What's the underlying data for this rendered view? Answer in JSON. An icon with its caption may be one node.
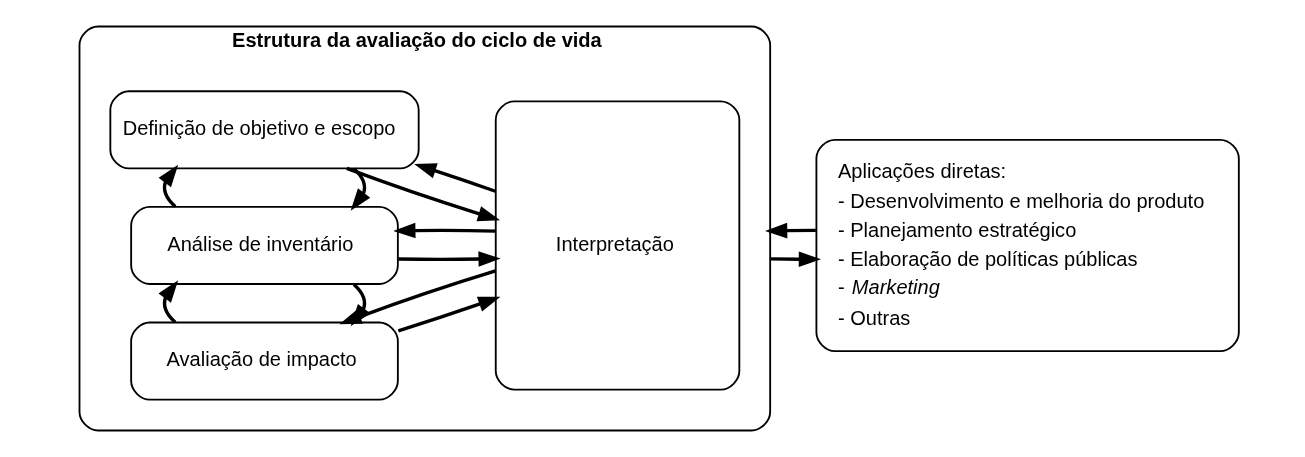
{
  "diagram": {
    "nodes": [
      {
        "text": [
          "Estrutura da avaliação do ciclo de vida"
        ]
      },
      {
        "text": [
          "Definição de objetivo e escopo"
        ],
        "in": 0
      },
      {
        "text": [
          "Análise de inventário"
        ],
        "in": 0
      },
      {
        "text": [
          "Avaliação de impacto"
        ],
        "in": 0
      },
      {
        "text": [
          "Interpretação"
        ],
        "in": 0
      },
      {
        "text": [
          "Aplicações diretas:",
          "- Desenvolvimento e melhoria do produto",
          "- Planejamento estratégico",
          "- Elaboração de políticas públicas",
          "- *Marketing*",
          "- Outras"
        ]
      }
    ],
    "edges": [
      {
        "from": 1,
        "to": 4,
        "arrow": "to"
      },
      {
        "from": 4,
        "to": 1,
        "arrow": "to"
      },
      {
        "from": 1,
        "to": 2,
        "arrow": "to"
      },
      {
        "from": 2,
        "to": 1,
        "arrow": "to"
      },
      {
        "from": 2,
        "to": 4,
        "arrow": "to"
      },
      {
        "from": 4,
        "to": 2,
        "arrow": "to"
      },
      {
        "from": 2,
        "to": 3,
        "arrow": "to"
      },
      {
        "from": 3,
        "to": 2,
        "arrow": "to"
      },
      {
        "from": 3,
        "to": 4,
        "arrow": "to"
      },
      {
        "from": 4,
        "to": 3,
        "arrow": "to"
      },
      {
        "from": 0,
        "to": 5,
        "arrow": "to"
      },
      {
        "from": 5,
        "to": 0,
        "arrow": "to"
      }
    ]
  }
}
